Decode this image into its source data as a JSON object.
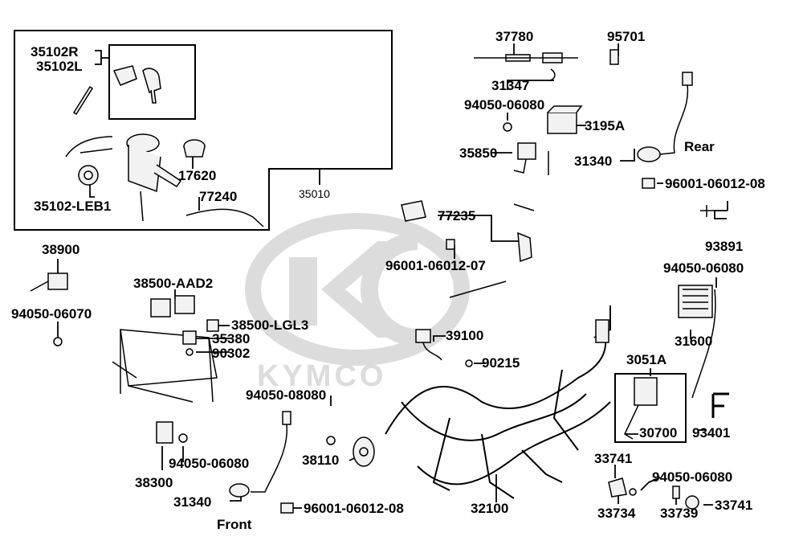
{
  "watermark": {
    "brand": "KYMCO",
    "color": "#d9d9d9"
  },
  "colors": {
    "line": "#000000",
    "part_fill": "#f2f2f2",
    "part_dark": "#333333"
  },
  "labels": {
    "p35102R": "35102R",
    "p35102L": "35102L",
    "p35102LEB1": "35102-LEB1",
    "p17620": "17620",
    "p77240": "77240",
    "p35010": "35010",
    "p37780": "37780",
    "p95701": "95701",
    "p31347": "31347",
    "p94050_06080_a": "94050-06080",
    "p3195A": "3195A",
    "p35850": "35850",
    "p31340_a": "31340",
    "rear": "Rear",
    "p96001_06012_08_a": "96001-06012-08",
    "p77235": "77235",
    "p96001_06012_07": "96001-06012-07",
    "p93891": "93891",
    "p94050_06080_b": "94050-06080",
    "p38900": "38900",
    "p38500_AAD2": "38500-AAD2",
    "p94050_06070": "94050-06070",
    "p38500_LGL3": "38500-LGL3",
    "p35380": "35380",
    "p90302": "90302",
    "p39100": "39100",
    "p90215": "90215",
    "p31600": "31600",
    "p3051A": "3051A",
    "p94050_08080": "94050-08080",
    "p30700": "30700",
    "p93401": "93401",
    "p38300": "38300",
    "p94050_06080_c": "94050-06080",
    "p38110": "38110",
    "p33741_a": "33741",
    "p94050_06080_d": "94050-06080",
    "p31340_b": "31340",
    "p96001_06012_08_b": "96001-06012-08",
    "p32100": "32100",
    "p33734": "33734",
    "p33739": "33739",
    "p33741_b": "33741",
    "front": "Front"
  }
}
